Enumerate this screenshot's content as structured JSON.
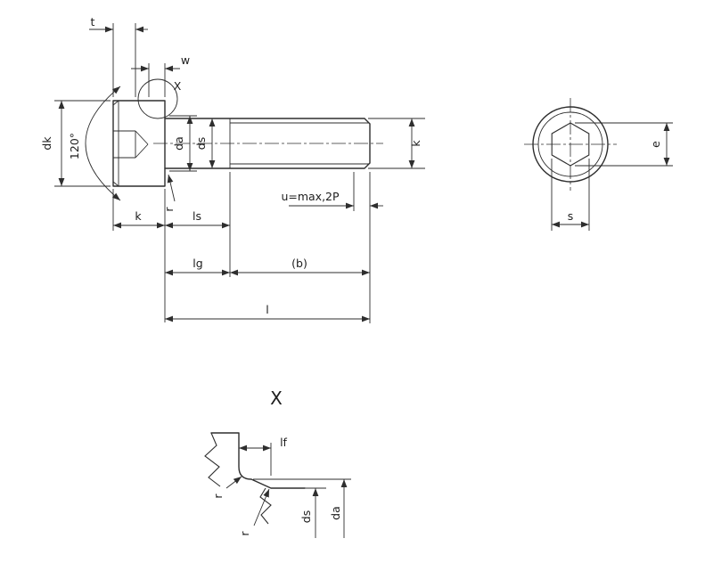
{
  "drawing": {
    "colors": {
      "line": "#2e2e2e",
      "background": "#ffffff"
    },
    "labels": {
      "t": "t",
      "w": "w",
      "detail_marker": "X",
      "dk": "dk",
      "angle": "120°",
      "da": "da",
      "ds": "ds",
      "k_side": "k",
      "u": "u=max,2P",
      "r_fillet": "r",
      "k": "k",
      "ls": "ls",
      "lg": "lg",
      "b": "(b)",
      "l": "l",
      "s": "s",
      "e": "e",
      "detail_title": "X",
      "lf": "lf",
      "r1": "r",
      "r2": "r",
      "ds_detail": "ds",
      "da_detail": "da"
    }
  }
}
